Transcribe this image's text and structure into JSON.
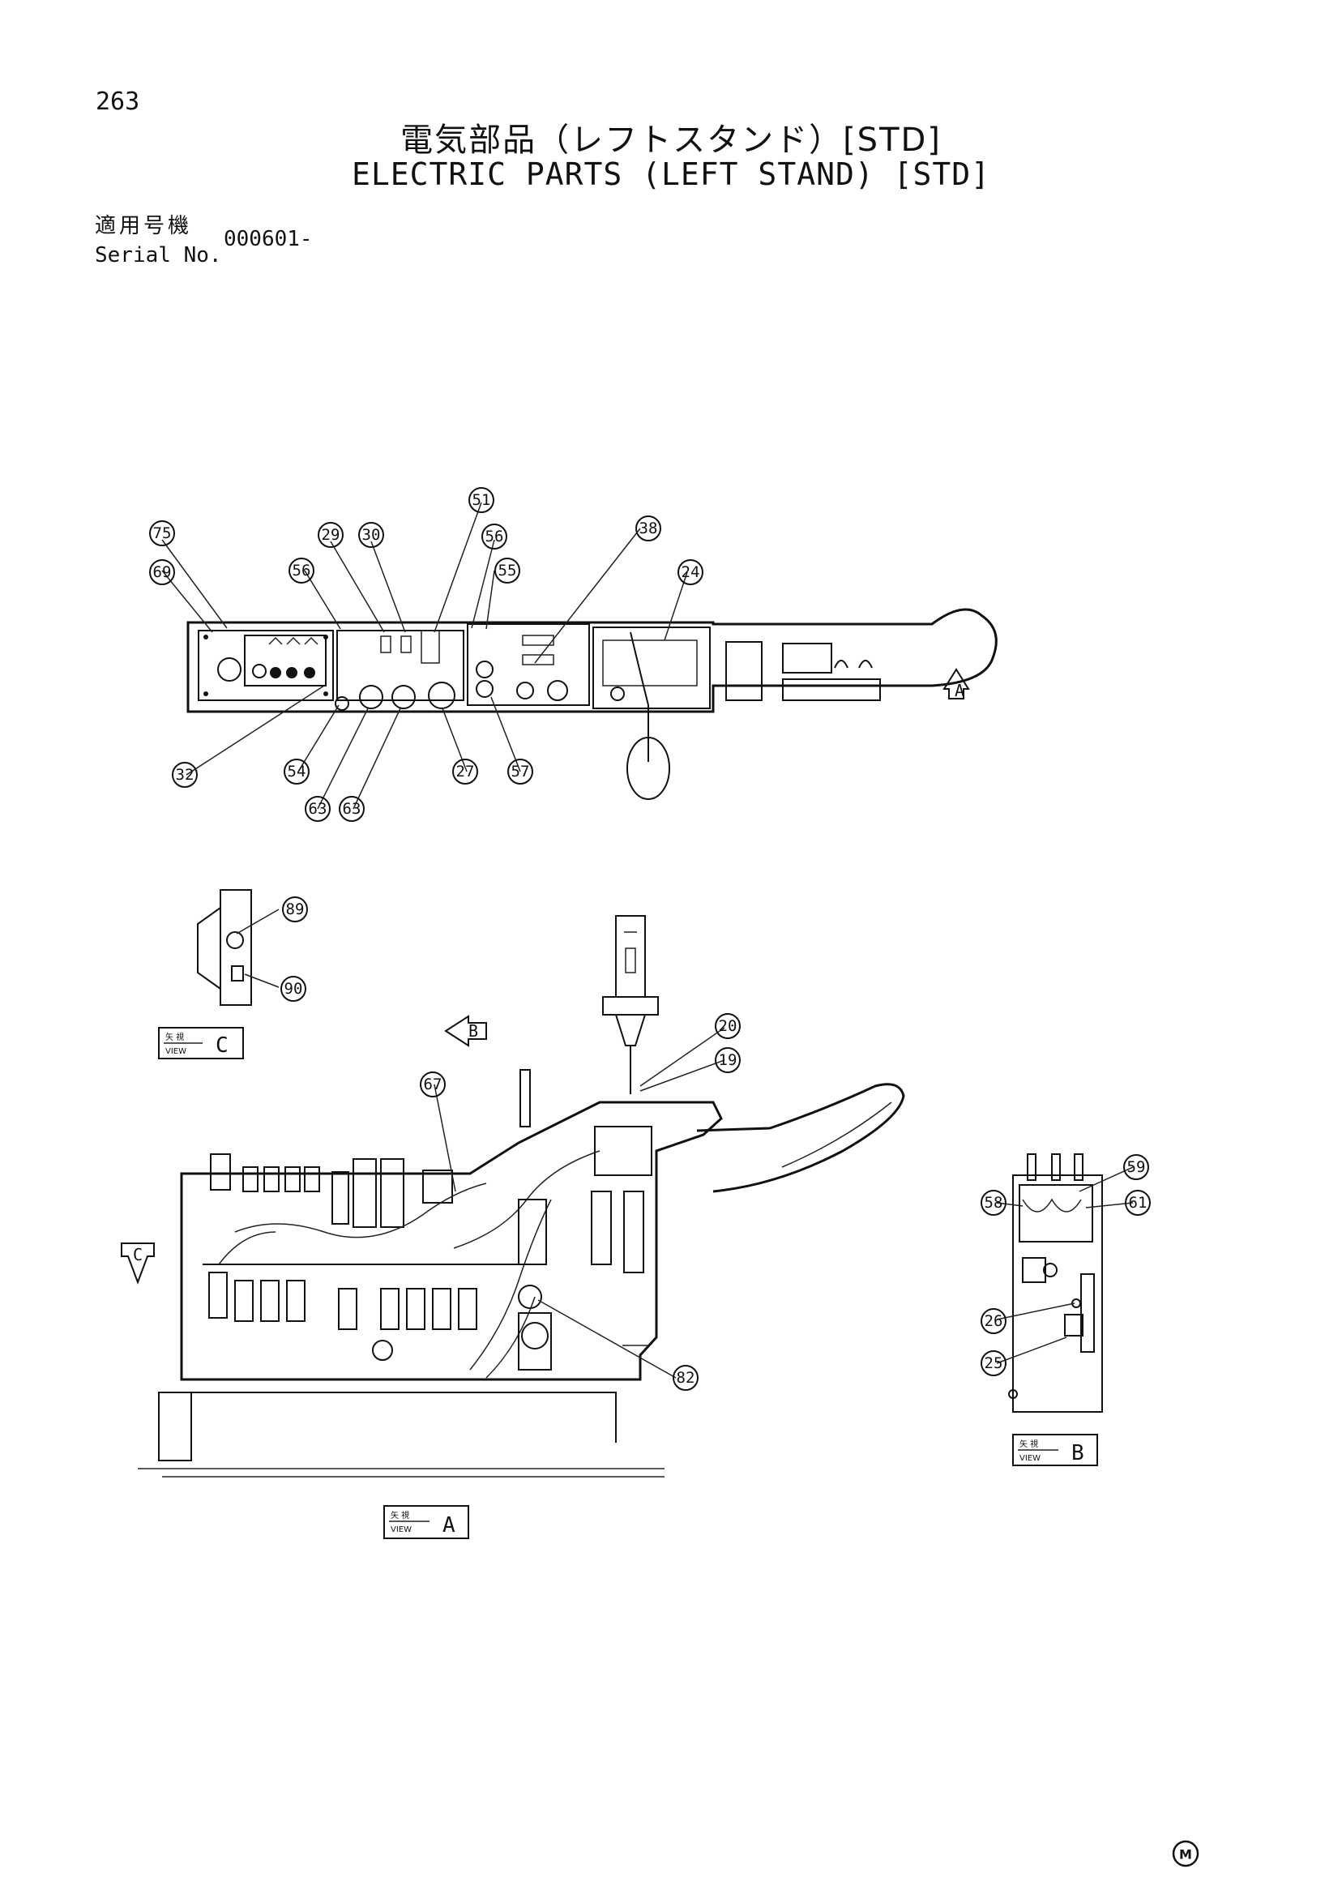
{
  "page_number": "263",
  "title_jp": "電気部品（レフトスタンド）[STD]",
  "title_en": "ELECTRIC PARTS (LEFT STAND) [STD]",
  "serial": {
    "label_jp": "適用号機",
    "label_en": "Serial No.",
    "value": "000601-"
  },
  "view_labels": {
    "kanji": "矢 視",
    "word": "VIEW",
    "a": "A",
    "b": "B",
    "c": "C"
  },
  "arrow_letters": {
    "a": "A",
    "b": "B",
    "c": "C"
  },
  "callouts": {
    "c75": "75",
    "c69": "69",
    "c29": "29",
    "c30": "30",
    "c51": "51",
    "c56a": "56",
    "c56b": "56",
    "c55": "55",
    "c38": "38",
    "c24": "24",
    "c32": "32",
    "c54": "54",
    "c63a": "63",
    "c63b": "63",
    "c27": "27",
    "c57": "57",
    "c89": "89",
    "c90": "90",
    "c67": "67",
    "c20": "20",
    "c19": "19",
    "c82": "82",
    "c59": "59",
    "c58": "58",
    "c61": "61",
    "c26": "26",
    "c25": "25"
  },
  "brand_mark": "M"
}
